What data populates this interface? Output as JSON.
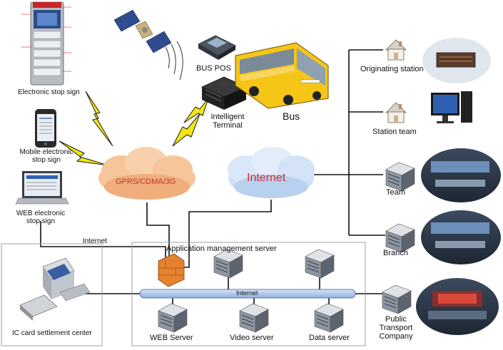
{
  "devices": {
    "electronic_stop_sign": "Electronic stop sign",
    "mobile_stop_sign_line1": "Mobile electronic",
    "mobile_stop_sign_line2": "stop sign",
    "web_stop_sign_line1": "WEB electronic",
    "web_stop_sign_line2": "stop sign",
    "bus_pos": "BUS POS",
    "intelligent_terminal_line1": "Intelligent",
    "intelligent_terminal_line2": "Terminal",
    "bus": "Bus"
  },
  "networks": {
    "gprs": "GPRS/CDMA/3G",
    "internet": "Internet",
    "internet_link_label": "Internet",
    "internet_bus_label": "Internet"
  },
  "servers": {
    "app_management": "Application management server",
    "web_server": "WEB Server",
    "video_server": "Video server",
    "data_server": "Data server"
  },
  "stations": {
    "originating": "Originating station",
    "station_team": "Station team",
    "team": "Team",
    "branch": "Branch",
    "public_transport_line1": "Public",
    "public_transport_line2": "Transport",
    "public_transport_line3": "Company"
  },
  "settlement": {
    "ic_card": "IC card settlement center"
  },
  "colors": {
    "lightning": "#f2e614",
    "gprs_cloud": "#f6c59a",
    "gprs_text": "#c0392b",
    "internet_cloud": "#cfe1f5",
    "internet_text": "#d9262c",
    "bus_yellow": "#f5c518",
    "firewall": "#e5822f",
    "network_bar": "#a9c3e8"
  },
  "icons": [
    "satellite-icon",
    "bus-pos-icon",
    "intelligent-terminal-icon",
    "bus-icon",
    "firewall-icon",
    "server-icon",
    "house-icon",
    "monitor-icon",
    "laptop-icon",
    "phone-icon",
    "kiosk-icon",
    "pc-icon"
  ]
}
